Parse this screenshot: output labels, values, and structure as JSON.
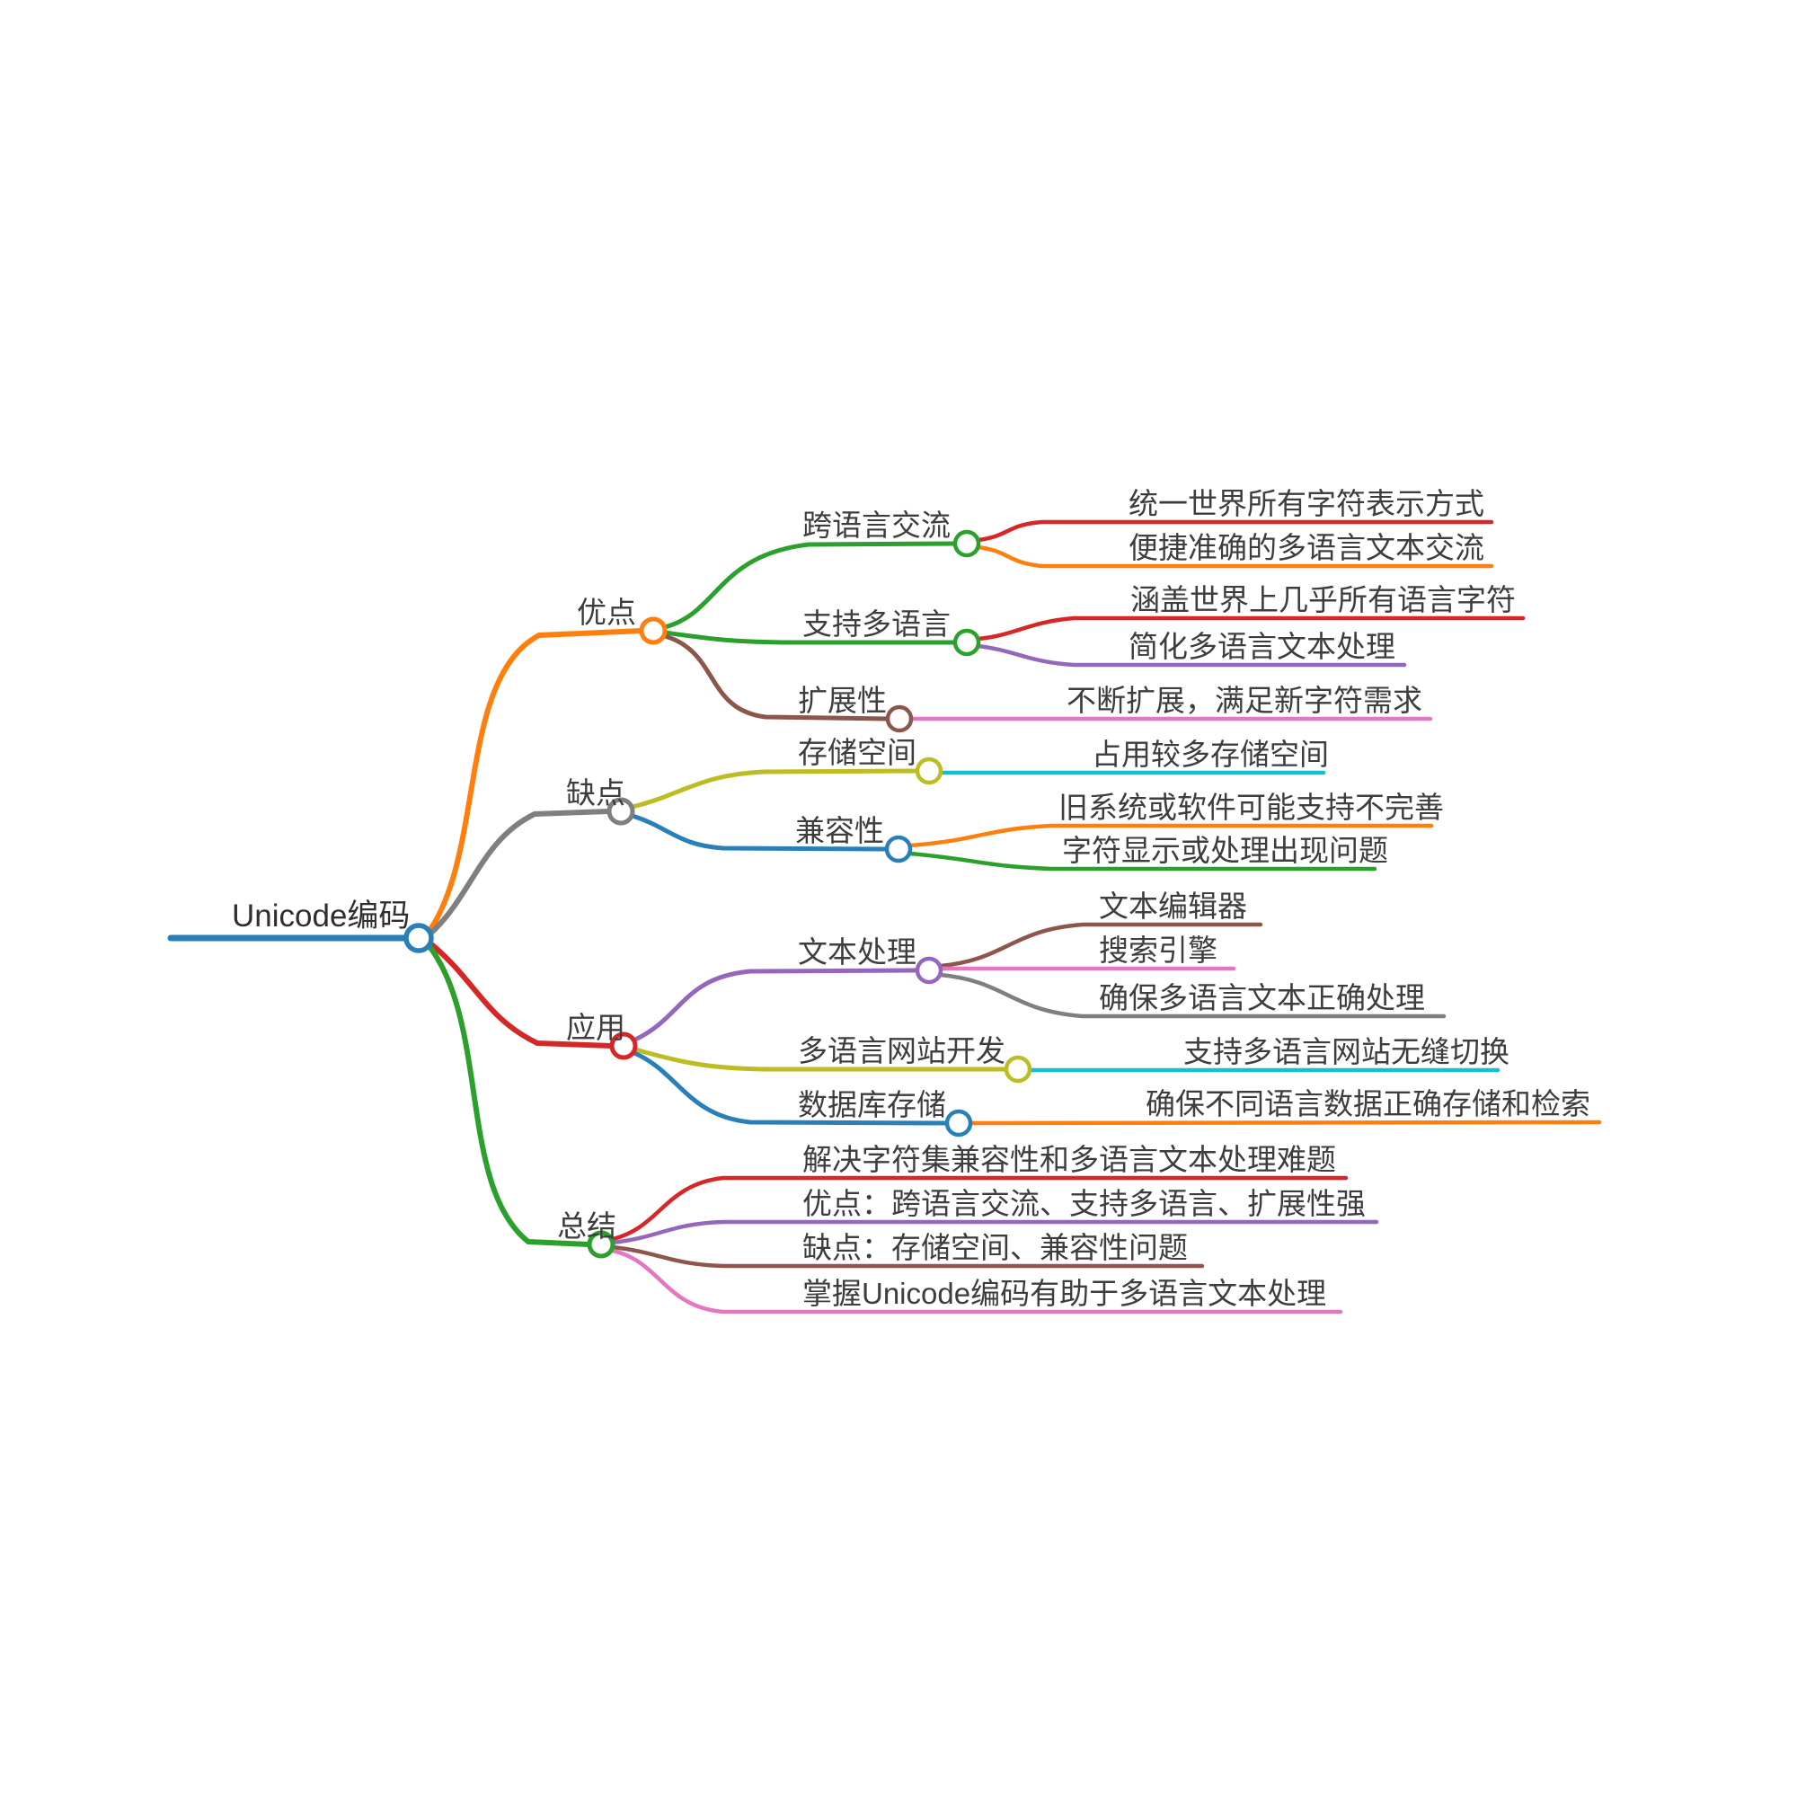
{
  "mindmap": {
    "root": "Unicode编码",
    "branches": [
      {
        "label": "优点",
        "children": [
          {
            "label": "跨语言交流",
            "children": [
              {
                "label": "统一世界所有字符表示方式"
              },
              {
                "label": "便捷准确的多语言文本交流"
              }
            ]
          },
          {
            "label": "支持多语言",
            "children": [
              {
                "label": "涵盖世界上几乎所有语言字符"
              },
              {
                "label": "简化多语言文本处理"
              }
            ]
          },
          {
            "label": "扩展性",
            "children": [
              {
                "label": "不断扩展，满足新字符需求"
              }
            ]
          }
        ]
      },
      {
        "label": "缺点",
        "children": [
          {
            "label": "存储空间",
            "children": [
              {
                "label": "占用较多存储空间"
              }
            ]
          },
          {
            "label": "兼容性",
            "children": [
              {
                "label": "旧系统或软件可能支持不完善"
              },
              {
                "label": "字符显示或处理出现问题"
              }
            ]
          }
        ]
      },
      {
        "label": "应用",
        "children": [
          {
            "label": "文本处理",
            "children": [
              {
                "label": "文本编辑器"
              },
              {
                "label": "搜索引擎"
              },
              {
                "label": "确保多语言文本正确处理"
              }
            ]
          },
          {
            "label": "多语言网站开发",
            "children": [
              {
                "label": "支持多语言网站无缝切换"
              }
            ]
          },
          {
            "label": "数据库存储",
            "children": [
              {
                "label": "确保不同语言数据正确存储和检索"
              }
            ]
          }
        ]
      },
      {
        "label": "总结",
        "children": [
          {
            "label": "解决字符集兼容性和多语言文本处理难题"
          },
          {
            "label": "优点：跨语言交流、支持多语言、扩展性强"
          },
          {
            "label": "缺点：存储空间、兼容性问题"
          },
          {
            "label": "掌握Unicode编码有助于多语言文本处理"
          }
        ]
      }
    ],
    "colors": {
      "blue": "#2980b9",
      "orange": "#ff7f0e",
      "green": "#2ca02c",
      "red": "#d62728",
      "purple": "#9467bd",
      "brown": "#8c564b",
      "pink": "#e377c2",
      "gray": "#7f7f7f",
      "olive": "#bcbd22",
      "cyan": "#17becf",
      "text": "#3d3d3d"
    }
  }
}
